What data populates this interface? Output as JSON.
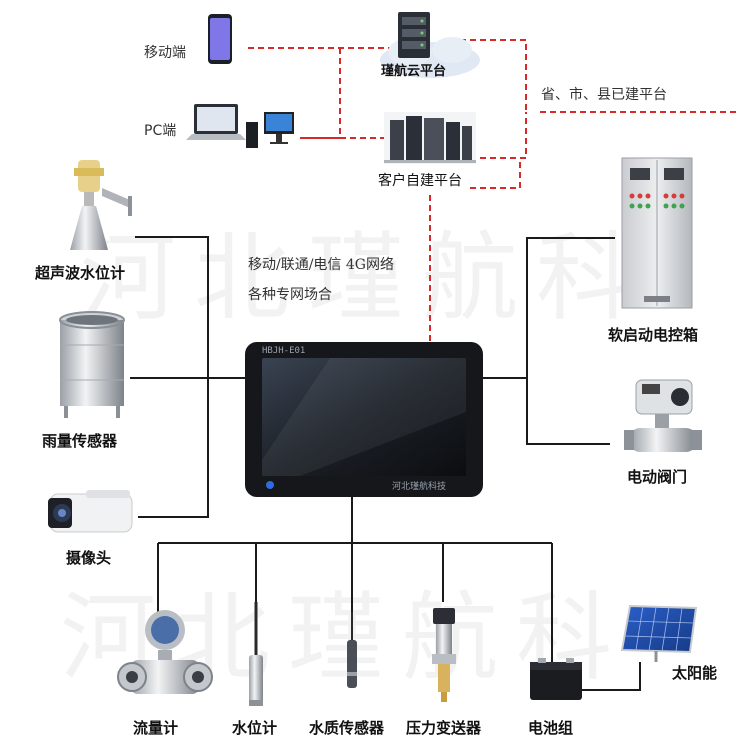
{
  "watermark": "河北瑾航科",
  "network_note": {
    "line1": "移动/联通/电信 4G网络",
    "line2": "各种专网场合"
  },
  "top": {
    "mobile": "移动端",
    "pc": "PC端",
    "cloud": "瑾航云平台",
    "self_built": "客户自建平台",
    "gov": "省、市、县已建平台"
  },
  "left": {
    "ultrasonic": "超声波水位计",
    "rain": "雨量传感器",
    "camera": "摄像头"
  },
  "right": {
    "cabinet": "软启动电控箱",
    "valve": "电动阀门"
  },
  "bottom": {
    "flow": "流量计",
    "level": "水位计",
    "quality": "水质传感器",
    "pressure": "压力变送器",
    "battery": "电池组",
    "solar": "太阳能"
  },
  "terminal": {
    "model": "HBJH-E01",
    "brand": "河北瑾航科技"
  },
  "colors": {
    "link_red": "#d42a2a",
    "wire": "#1a1a1a",
    "screen_bezel": "#15171a"
  }
}
